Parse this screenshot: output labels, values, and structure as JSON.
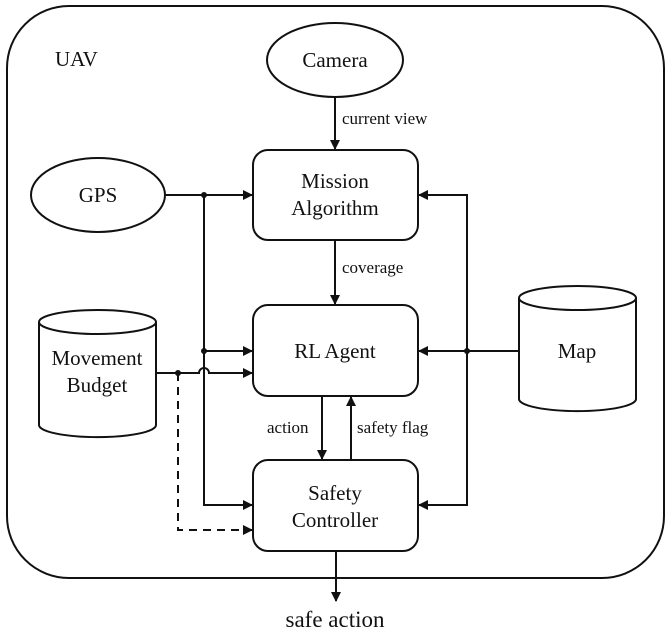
{
  "diagram": {
    "container_label": "UAV",
    "nodes": {
      "camera": {
        "label": "Camera",
        "shape": "ellipse"
      },
      "gps": {
        "label": "GPS",
        "shape": "ellipse"
      },
      "mission_algorithm": {
        "line1": "Mission",
        "line2": "Algorithm",
        "shape": "rounded-rect"
      },
      "rl_agent": {
        "label": "RL Agent",
        "shape": "rounded-rect"
      },
      "safety_controller": {
        "line1": "Safety",
        "line2": "Controller",
        "shape": "rounded-rect"
      },
      "movement_budget": {
        "line1": "Movement",
        "line2": "Budget",
        "shape": "cylinder"
      },
      "map": {
        "label": "Map",
        "shape": "cylinder"
      }
    },
    "edges": {
      "current_view": "current view",
      "coverage": "coverage",
      "action": "action",
      "safety_flag": "safety flag",
      "safe_action": "safe action"
    },
    "connections": [
      {
        "from": "Camera",
        "to": "Mission Algorithm",
        "label": "current view"
      },
      {
        "from": "GPS",
        "to": "Mission Algorithm"
      },
      {
        "from": "GPS",
        "to": "RL Agent"
      },
      {
        "from": "GPS",
        "to": "Safety Controller"
      },
      {
        "from": "Mission Algorithm",
        "to": "RL Agent",
        "label": "coverage"
      },
      {
        "from": "Movement Budget",
        "to": "RL Agent"
      },
      {
        "from": "Movement Budget",
        "to": "Safety Controller",
        "style": "dashed"
      },
      {
        "from": "Map",
        "to": "Mission Algorithm"
      },
      {
        "from": "Map",
        "to": "RL Agent"
      },
      {
        "from": "Map",
        "to": "Safety Controller"
      },
      {
        "from": "RL Agent",
        "to": "Safety Controller",
        "label": "action"
      },
      {
        "from": "Safety Controller",
        "to": "RL Agent",
        "label": "safety flag"
      },
      {
        "from": "Safety Controller",
        "to": "output",
        "label": "safe action"
      }
    ]
  }
}
